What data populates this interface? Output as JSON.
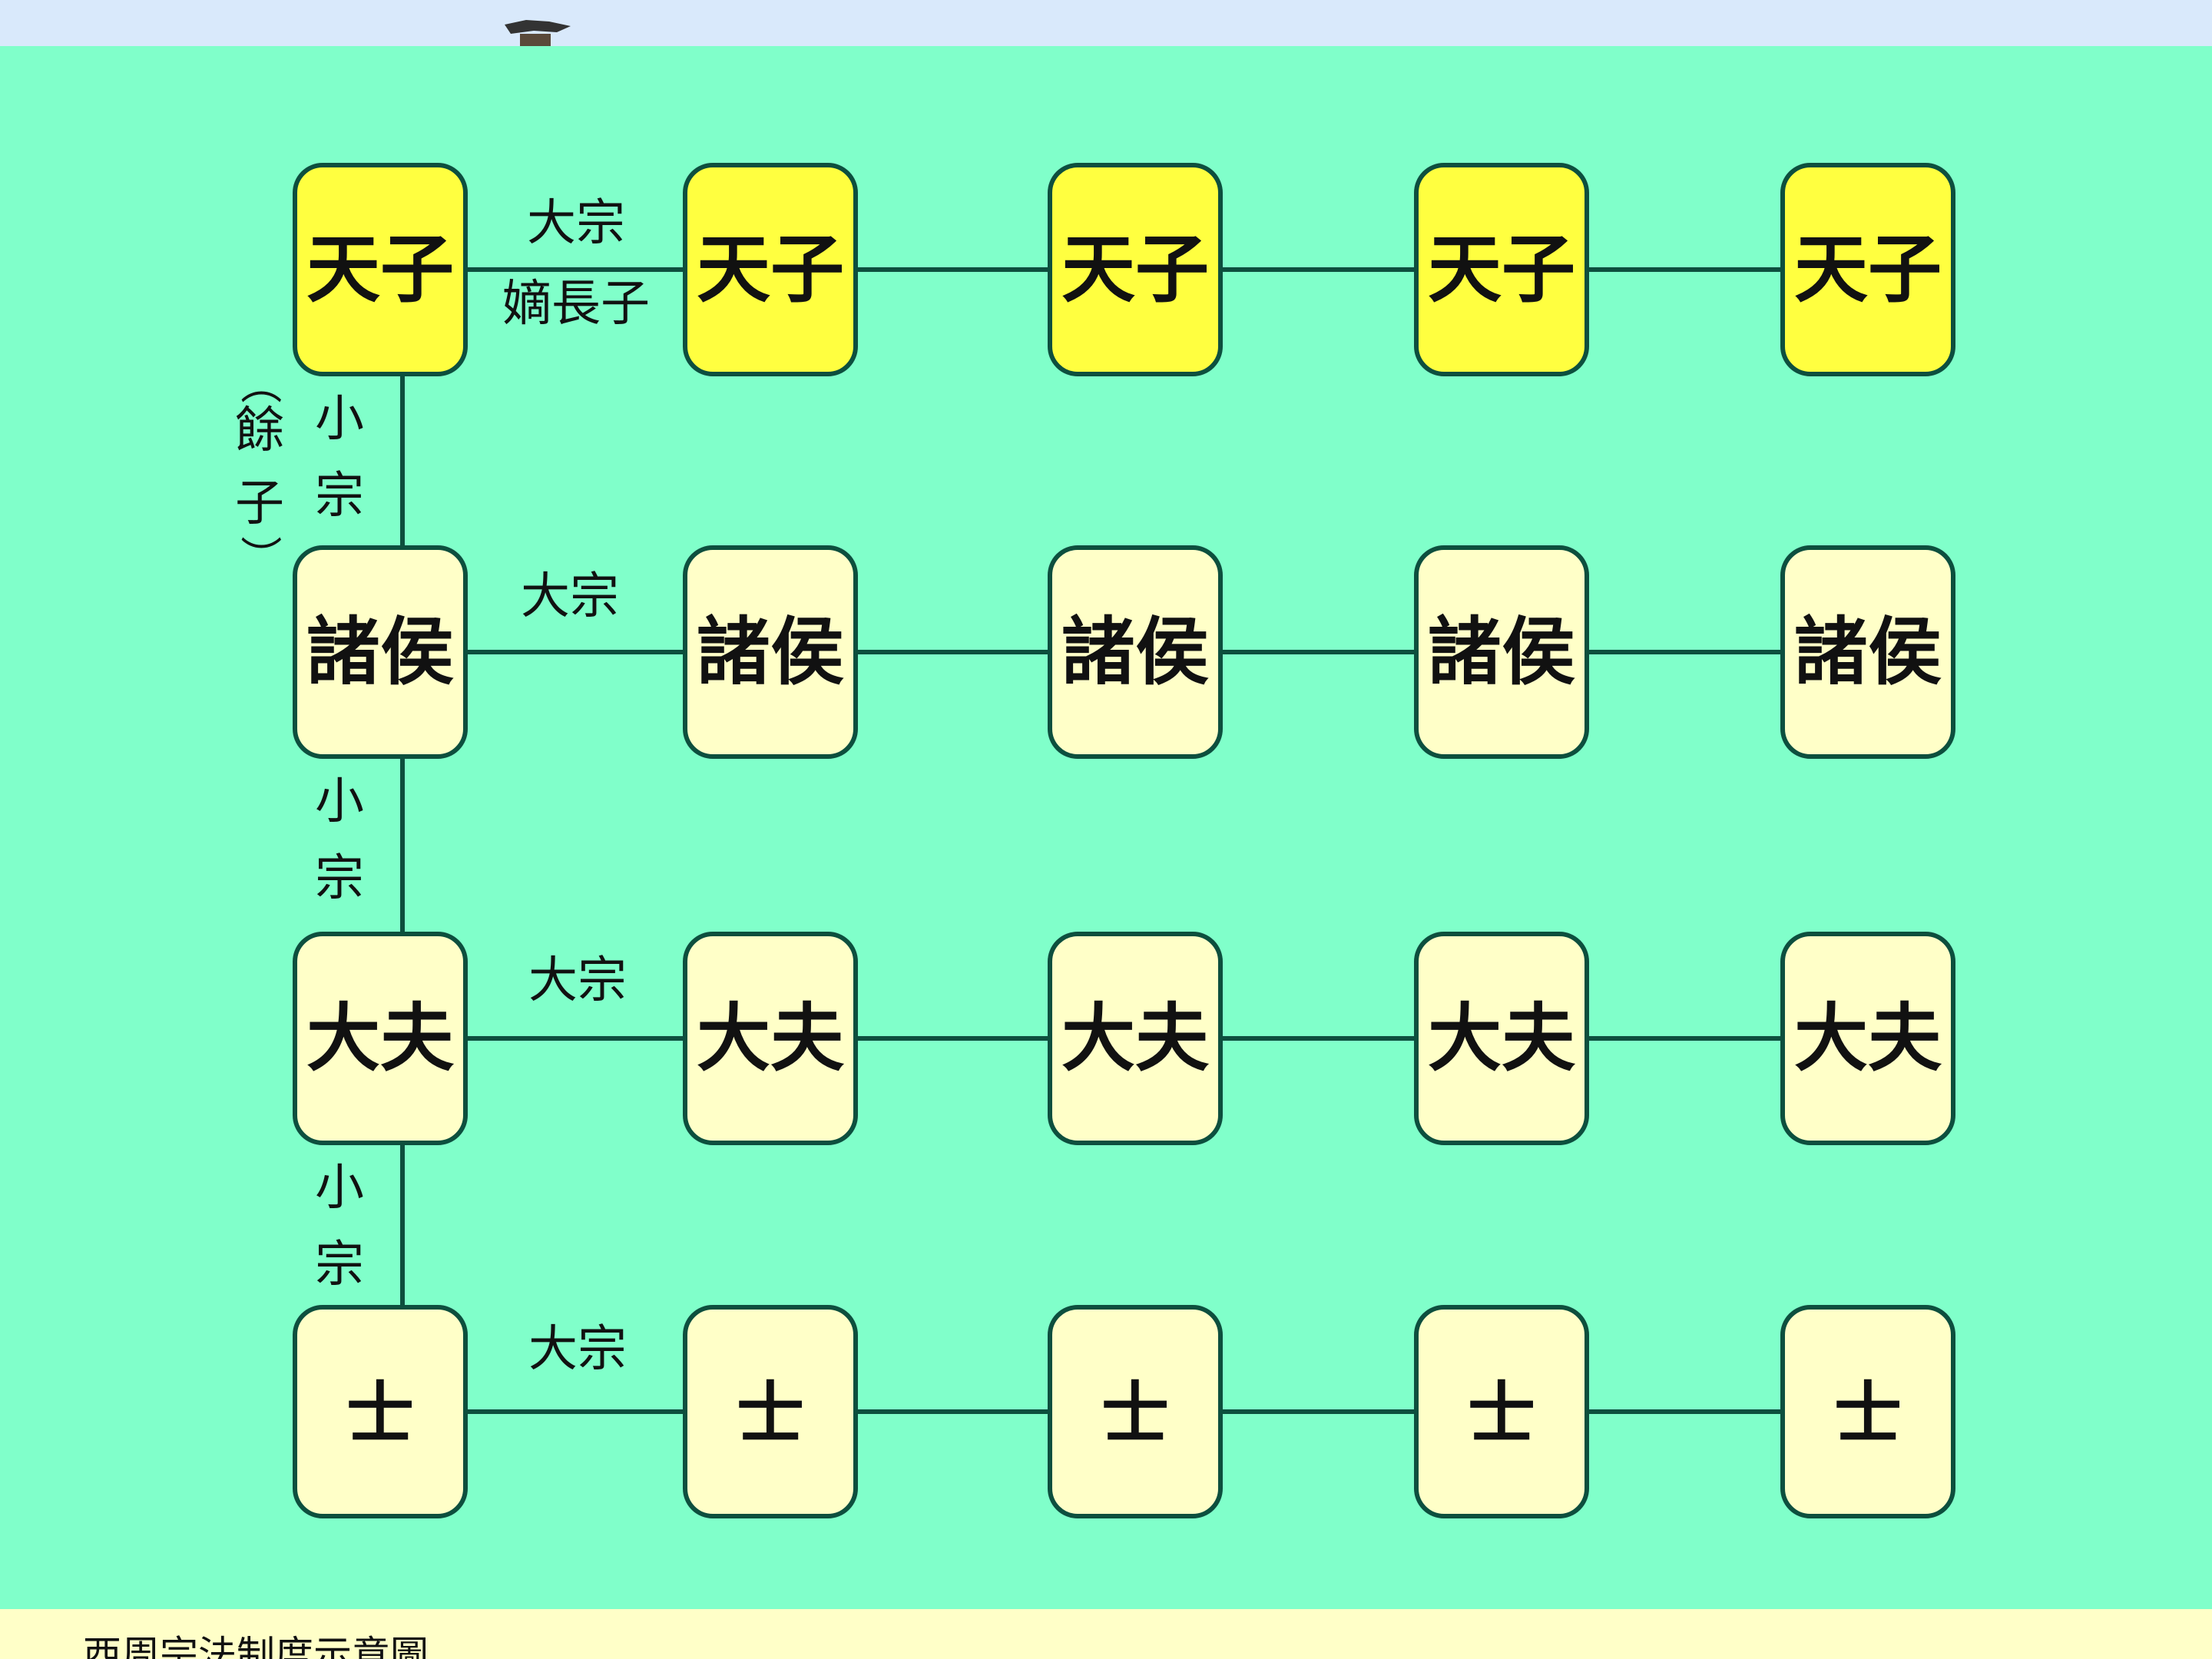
{
  "diagram": {
    "colors": {
      "background": "#80ffca",
      "emperor_fill": "#ffff40",
      "noble_fill": "#ffffc8",
      "box_stroke": "#0d4f3e",
      "connector": "#0d4f3e",
      "text": "#111111"
    },
    "rows": [
      {
        "rank": "天子",
        "highlight": true,
        "nodes": [
          "天子",
          "天子",
          "天子",
          "天子",
          "天子"
        ],
        "main_line_labels": [
          "大宗",
          "嫡長子"
        ]
      },
      {
        "rank": "諸侯",
        "highlight": false,
        "nodes": [
          "諸侯",
          "諸侯",
          "諸侯",
          "諸侯",
          "諸侯"
        ],
        "main_line_labels": [
          "大宗"
        ]
      },
      {
        "rank": "大夫",
        "highlight": false,
        "nodes": [
          "大夫",
          "大夫",
          "大夫",
          "大夫",
          "大夫"
        ],
        "main_line_labels": [
          "大宗"
        ]
      },
      {
        "rank": "士",
        "highlight": false,
        "nodes": [
          "士",
          "士",
          "士",
          "士",
          "士"
        ],
        "main_line_labels": [
          "大宗"
        ]
      }
    ],
    "branch_links": [
      {
        "from": "天子",
        "to": "諸侯",
        "label": [
          "小",
          "宗"
        ],
        "note": [
          "（",
          "餘",
          "子",
          "）"
        ]
      },
      {
        "from": "諸侯",
        "to": "大夫",
        "label": [
          "小",
          "宗"
        ]
      },
      {
        "from": "大夫",
        "to": "士",
        "label": [
          "小",
          "宗"
        ]
      }
    ]
  },
  "caption": {
    "text": "西周宗法制度示意圖"
  }
}
